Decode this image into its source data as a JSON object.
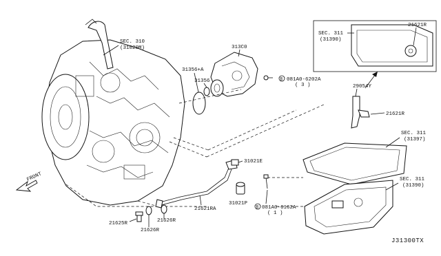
{
  "diagram_id": "J31300TX",
  "front_label": "FRONT",
  "labels": {
    "sec310": "SEC. 310",
    "sec310_sub": "(31020M)",
    "p31300": "313C0",
    "p31356a": "31356+A",
    "p31356": "31356",
    "bolt1_code": "081A0-6202A",
    "bolt1_qty": "( 3 )",
    "p29054y": "29054Y",
    "p21621r_a": "21621R",
    "p21621r_b": "21621R",
    "sec311_a": "SEC. 311",
    "sec311_a_sub": "(31390)",
    "sec311_b": "SEC. 311",
    "sec311_b_sub": "(31397)",
    "sec311_c": "SEC. 311",
    "sec311_c_sub": "(31390)",
    "p31021e": "31021E",
    "p21621ra": "21621RA",
    "p31021p": "31021P",
    "bolt2_code": "081A0-6162A",
    "bolt2_qty": "( 1 )",
    "p21626r_a": "21626R",
    "p21626r_b": "21626R",
    "p21625r": "21625R",
    "bolt_prefix": "B"
  }
}
